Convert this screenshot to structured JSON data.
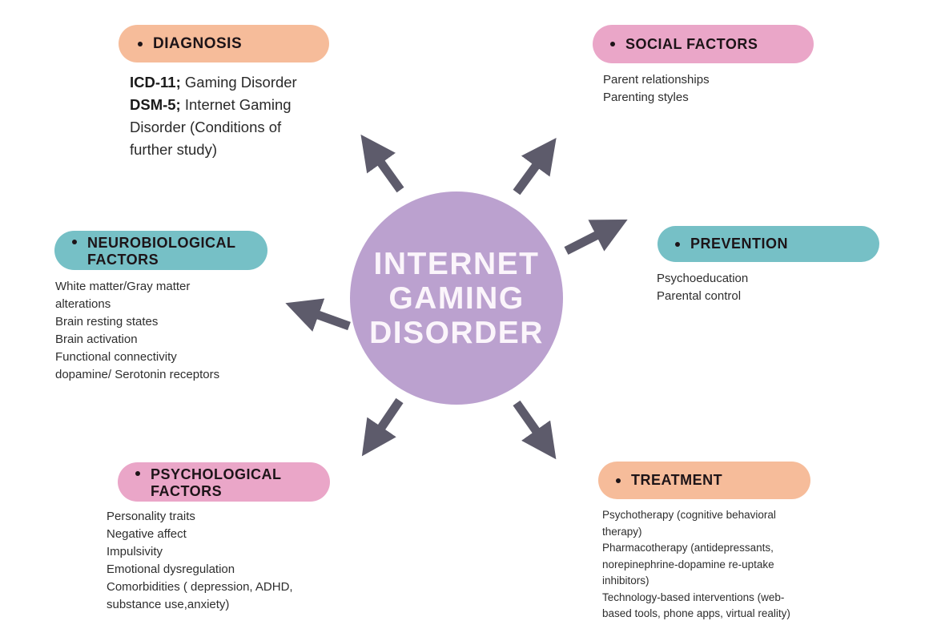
{
  "center": {
    "lines": [
      "INTERNET",
      "GAMING",
      "DISORDER"
    ],
    "color": "#bba1cf"
  },
  "colors": {
    "peach": "#f6bc9a",
    "pink": "#eaa6c8",
    "teal": "#76c0c6",
    "arrow": "#5d5b6b"
  },
  "nodes": {
    "diagnosis": {
      "title": "DIAGNOSIS",
      "items": [
        {
          "bold": "ICD-11;",
          "text": " Gaming Disorder"
        },
        {
          "bold": "DSM-5;",
          "text": " Internet Gaming"
        },
        {
          "bold": "",
          "text": "Disorder (Conditions of"
        },
        {
          "bold": "",
          "text": "further study)"
        }
      ]
    },
    "social": {
      "title": "SOCIAL FACTORS",
      "items": [
        "Parent relationships",
        "Parenting styles"
      ]
    },
    "neuro": {
      "title_lines": [
        "NEUROBIOLOGICAL",
        "FACTORS"
      ],
      "items": [
        "White matter/Gray matter",
        "alterations",
        "Brain resting states",
        "Brain activation",
        "Functional connectivity",
        "dopamine/ Serotonin receptors"
      ]
    },
    "prevention": {
      "title": "PREVENTION",
      "items": [
        "Psychoeducation",
        "Parental control"
      ]
    },
    "psychological": {
      "title_lines": [
        "PSYCHOLOGICAL",
        "FACTORS"
      ],
      "items": [
        "Personality traits",
        "Negative affect",
        "Impulsivity",
        "Emotional dysregulation",
        "Comorbidities ( depression, ADHD,",
        "substance use,anxiety)"
      ]
    },
    "treatment": {
      "title": "TREATMENT",
      "items": [
        "Psychotherapy (cognitive behavioral",
        "therapy)",
        "Pharmacotherapy (antidepressants,",
        "norepinephrine-dopamine re-uptake",
        "inhibitors)",
        "Technology-based interventions (web-",
        "based tools, phone apps, virtual reality)"
      ]
    }
  }
}
